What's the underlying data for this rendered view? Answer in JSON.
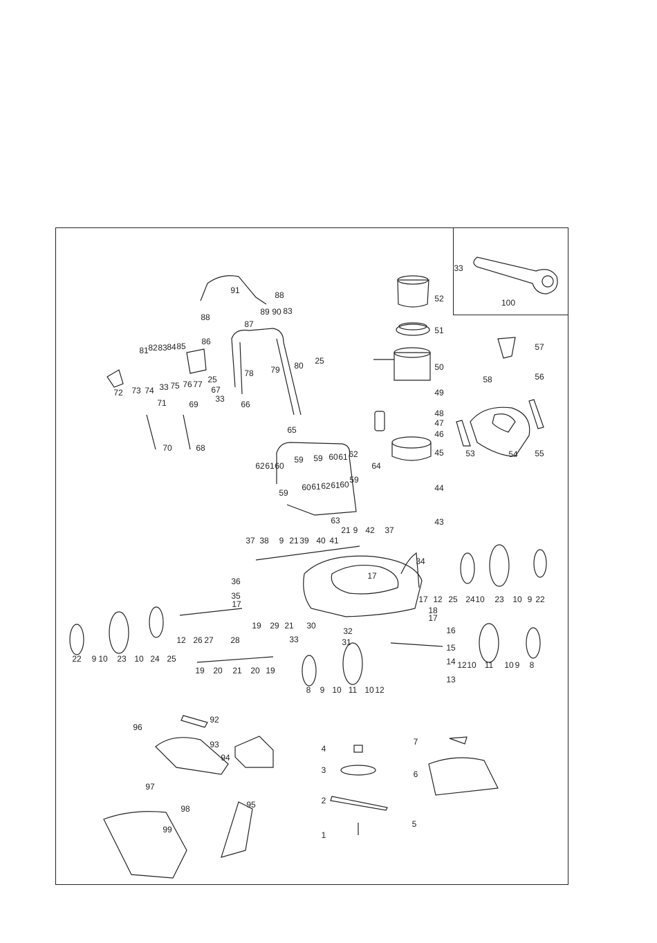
{
  "diagram": {
    "title": "Exploded parts view",
    "line_color": "#222222"
  },
  "labels": [
    "33",
    "52",
    "100",
    "91",
    "88",
    "88",
    "89",
    "90",
    "83",
    "51",
    "87",
    "57",
    "86",
    "81",
    "82",
    "83",
    "84",
    "85",
    "25",
    "80",
    "50",
    "56",
    "58",
    "25",
    "78",
    "79",
    "75",
    "76",
    "77",
    "33",
    "74",
    "72",
    "73",
    "67",
    "66",
    "33",
    "49",
    "71",
    "69",
    "48",
    "47",
    "46",
    "65",
    "68",
    "70",
    "62",
    "61",
    "60",
    "59",
    "59",
    "60",
    "61",
    "62",
    "45",
    "53",
    "54",
    "55",
    "64",
    "59",
    "44",
    "60",
    "61",
    "62",
    "61",
    "60",
    "59",
    "63",
    "43",
    "37",
    "38",
    "9",
    "21",
    "39",
    "40",
    "41",
    "21",
    "9",
    "42",
    "37",
    "34",
    "17",
    "36",
    "35",
    "17",
    "17",
    "12",
    "25",
    "24",
    "10",
    "23",
    "10",
    "9",
    "22",
    "18",
    "17",
    "19",
    "29",
    "21",
    "30",
    "32",
    "16",
    "33",
    "31",
    "15",
    "22",
    "9",
    "10",
    "23",
    "10",
    "24",
    "25",
    "12",
    "26",
    "27",
    "28",
    "12",
    "10",
    "11",
    "10",
    "9",
    "8",
    "14",
    "19",
    "20",
    "21",
    "20",
    "19",
    "8",
    "9",
    "10",
    "11",
    "10",
    "12",
    "13",
    "92",
    "96",
    "93",
    "94",
    "4",
    "7",
    "3",
    "6",
    "97",
    "2",
    "95",
    "98",
    "5",
    "99",
    "1"
  ]
}
